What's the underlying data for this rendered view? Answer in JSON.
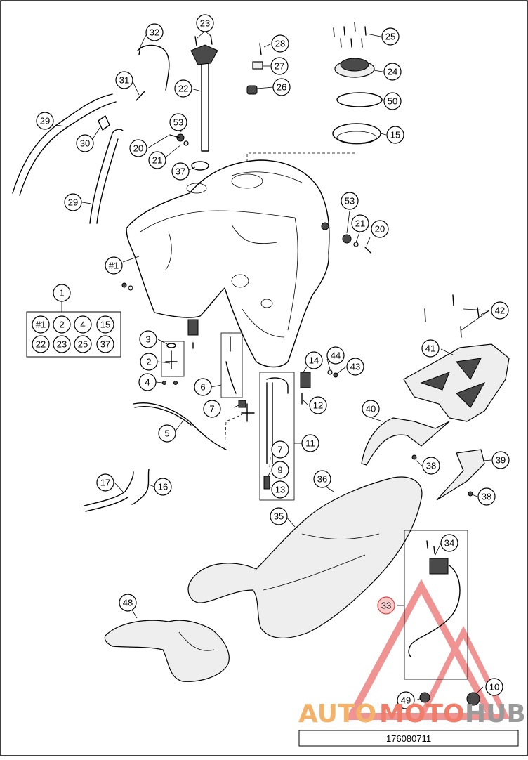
{
  "diagram_id": "176080711",
  "watermark": {
    "auto": "AUTO",
    "moto": "MOTO",
    "hub": "HUB",
    "color_auto": "#f3b26a",
    "color_moto": "#f07d6a",
    "color_hub": "#9a9a9a",
    "triangle_color": "#e23b3b"
  },
  "kit": {
    "label": "1",
    "items": [
      "#1",
      "2",
      "4",
      "15",
      "22",
      "23",
      "25",
      "37"
    ]
  },
  "callouts": {
    "c32": "32",
    "c23": "23",
    "c28": "28",
    "c25": "25",
    "c31": "31",
    "c22": "22",
    "c27": "27",
    "c24": "24",
    "c26": "26",
    "c50": "50",
    "c29a": "29",
    "c53a": "53",
    "c30": "30",
    "c15": "15",
    "c20a": "20",
    "c21a": "21",
    "c37": "37",
    "c29b": "29",
    "c53b": "53",
    "c21b": "21",
    "c20b": "20",
    "c1tank": "#1",
    "c42": "42",
    "c3": "3",
    "c2": "2",
    "c44": "44",
    "c14": "14",
    "c43": "43",
    "c41": "41",
    "c4": "4",
    "c6": "6",
    "c12": "12",
    "c7a": "7",
    "c40": "40",
    "c5": "5",
    "c11": "11",
    "c7b": "7",
    "c39": "39",
    "c9": "9",
    "c38a": "38",
    "c36": "36",
    "c17": "17",
    "c16": "16",
    "c13": "13",
    "c38b": "38",
    "c35": "35",
    "c34": "34",
    "c33": "33",
    "c48": "48",
    "c10": "10",
    "c49": "49"
  }
}
